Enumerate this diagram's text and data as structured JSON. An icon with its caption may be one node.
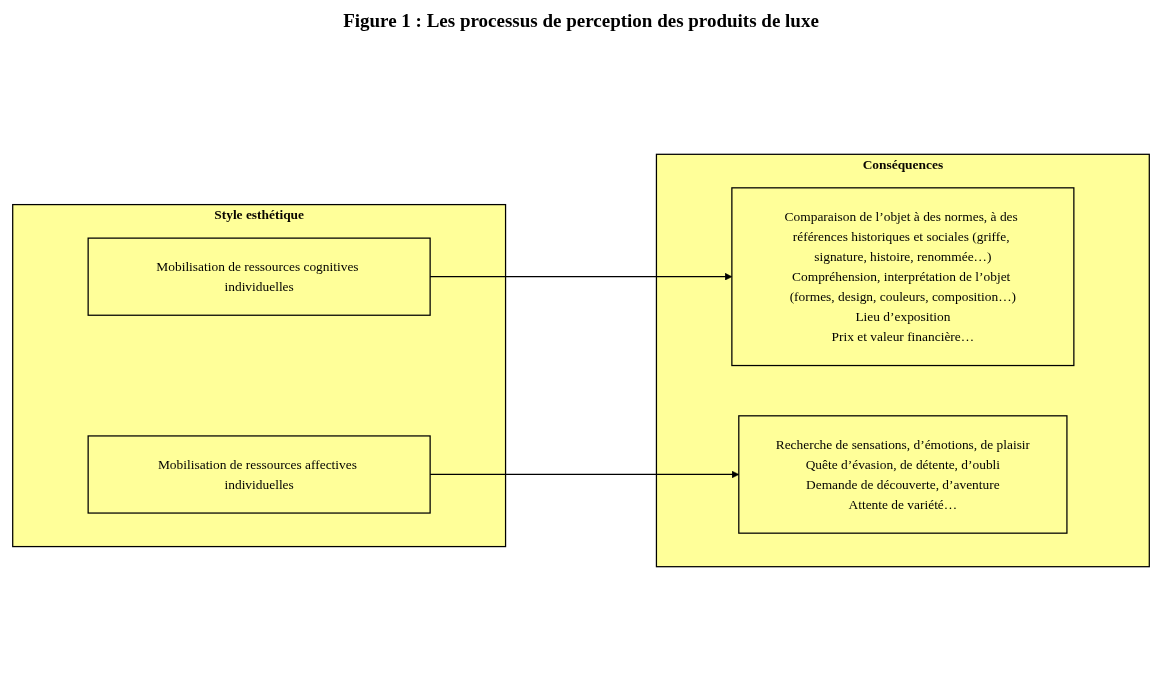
{
  "diagram": {
    "title": "Figure 1 : Les processus de perception des produits de luxe",
    "nodes": [
      {
        "text": [
          "Style esthétique"
        ]
      },
      {
        "text": [
          "Mobilisation de ressources cognitives individuelles"
        ],
        "in": 0
      },
      {
        "text": [
          "Mobilisation de ressources affectives individuelles"
        ],
        "in": 0
      },
      {
        "text": [
          "Conséquences"
        ]
      },
      {
        "text": [
          "Comparaison de l’objet à des normes, à des références historiques et sociales (griffe, signature, histoire, renommée…)",
          "Compréhension, interprétation de l’objet (formes, design, couleurs, composition…)",
          "Lieu d’exposition",
          "Prix et valeur financière…"
        ],
        "in": 3
      },
      {
        "text": [
          "Recherche de sensations, d’émotions, de plaisir",
          "Quête d’évasion, de détente, d’oubli",
          "Demande de découverte, d’aventure",
          "Attente de variété…"
        ],
        "in": 3
      }
    ],
    "edges": [
      {
        "from": 1,
        "to": 4,
        "arrow": "to"
      },
      {
        "from": 2,
        "to": 5,
        "arrow": "to"
      }
    ]
  }
}
